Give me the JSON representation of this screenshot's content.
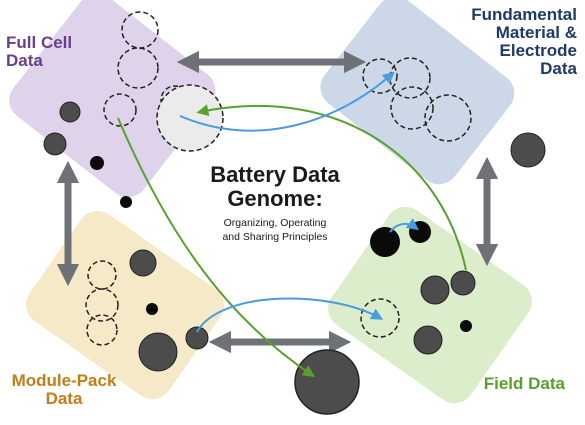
{
  "title": {
    "line1": "Battery Data",
    "line2": "Genome:",
    "subtitle_line1": "Organizing, Operating",
    "subtitle_line2": "and Sharing Principles"
  },
  "quadrants": [
    {
      "id": "full-cell",
      "lines": [
        "Full Cell",
        "Data"
      ],
      "color": "#6b3f8c",
      "fill": "#ddd0ea"
    },
    {
      "id": "fundamental",
      "lines": [
        "Fundamental",
        "Material &",
        "Electrode",
        "Data"
      ],
      "color": "#1f3a66",
      "fill": "#c9d6e6"
    },
    {
      "id": "module-pack",
      "lines": [
        "Module-Pack",
        "Data"
      ],
      "color": "#c67c16",
      "fill": "#f6e8c4"
    },
    {
      "id": "field",
      "lines": [
        "Field Data"
      ],
      "color": "#5aa02c",
      "fill": "#d9ecc8"
    }
  ],
  "colors": {
    "arrow_gray": "#6e7277",
    "link_blue": "#4a9be0",
    "link_green": "#5aa02c",
    "circle_dark": "#4c4c4c",
    "circle_black": "#0a0a0a"
  }
}
